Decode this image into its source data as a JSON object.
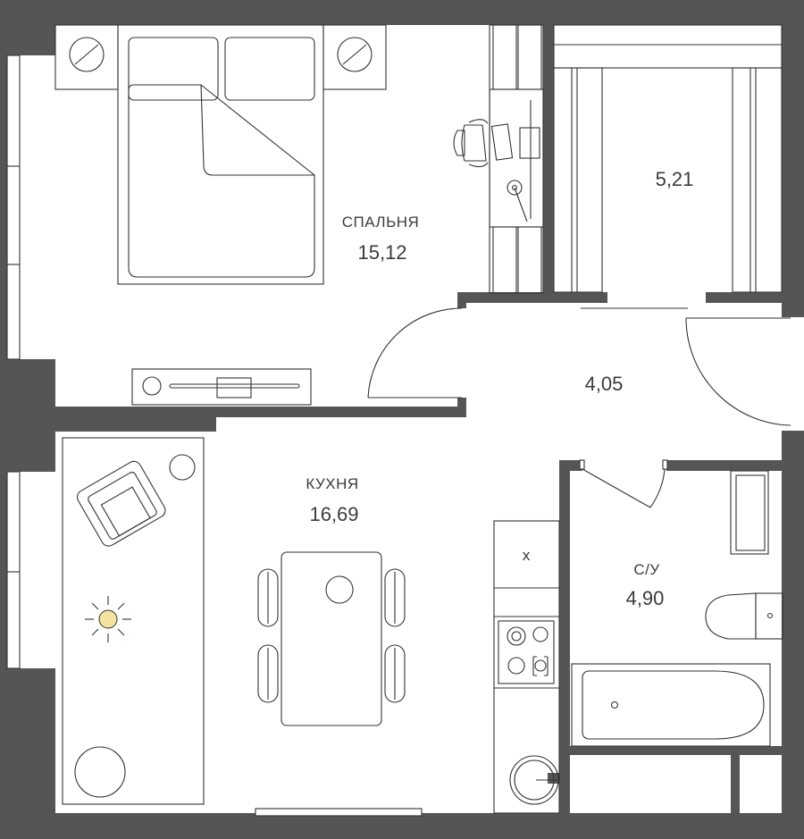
{
  "rooms": {
    "bedroom": {
      "name": "СПАЛЬНЯ",
      "area": "15,12"
    },
    "wardrobe": {
      "name": "",
      "area": "5,21"
    },
    "hall": {
      "name": "",
      "area": "4,05"
    },
    "kitchen": {
      "name": "КУХНЯ",
      "area": "16,69"
    },
    "bathroom": {
      "name": "С/У",
      "area": "4,90"
    }
  },
  "fixtures": {
    "kitchen_module_label": "x"
  },
  "colors": {
    "wall": "#555555",
    "line": "#333333",
    "sun": "#f3e3a0"
  }
}
